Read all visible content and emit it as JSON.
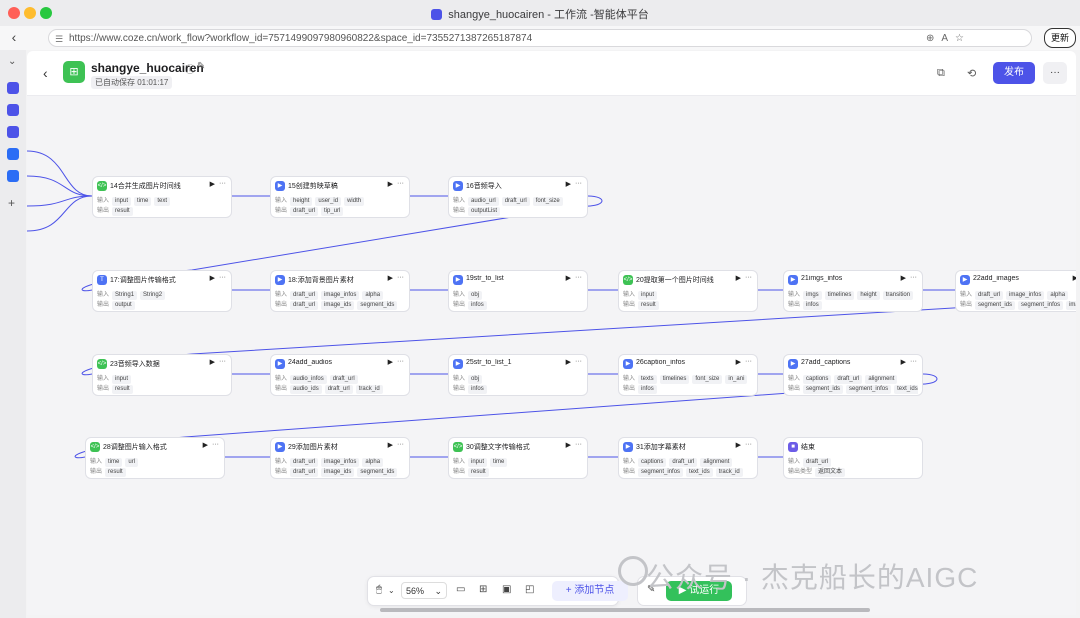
{
  "browser": {
    "window_title": "shangye_huocairen - 工作流 -智能体平台",
    "url": "https://www.coze.cn/work_flow?workflow_id=7571499097980960822&space_id=7355271387265187874",
    "update_label": "更新"
  },
  "header": {
    "title": "shangye_huocairen",
    "saved_status": "已自动保存 01:01:17",
    "publish_label": "发布",
    "more_label": "···"
  },
  "toolbar": {
    "zoom": "56%",
    "add_node_label": "添加节点",
    "run_label": "试运行"
  },
  "watermark": "公众号 · 杰克船长的AIGC",
  "labels": {
    "in": "输入",
    "out": "输出",
    "out_type": "输出类型"
  },
  "colors": {
    "accent": "#4d53e8",
    "code": "#3ec254",
    "plugin": "#4e73f4",
    "end": "#6c5ce7",
    "run": "#33c15b"
  },
  "nodes": [
    {
      "title": "14合并生成图片时间线",
      "icon": "code-icon",
      "inputs": [
        "input",
        "time",
        "text"
      ],
      "outputs": [
        "result"
      ]
    },
    {
      "title": "15创建剪映草稿",
      "icon": "plugin-icon",
      "inputs": [
        "height",
        "user_id",
        "width"
      ],
      "outputs": [
        "draft_url",
        "tip_url"
      ]
    },
    {
      "title": "16音频导入",
      "icon": "plugin-icon",
      "inputs": [
        "audio_url",
        "draft_url",
        "font_size"
      ],
      "outputs": [
        "outputList"
      ]
    },
    {
      "title": "17:调整图片传输格式",
      "icon": "text-icon",
      "inputs": [
        "String1",
        "String2"
      ],
      "outputs": [
        "output"
      ]
    },
    {
      "title": "18:添加背景图片素材",
      "icon": "plugin-icon",
      "inputs": [
        "draft_url",
        "image_infos",
        "alpha"
      ],
      "outputs": [
        "draft_url",
        "image_ids",
        "segment_ids"
      ]
    },
    {
      "title": "19str_to_list",
      "icon": "plugin-icon",
      "inputs": [
        "obj"
      ],
      "outputs": [
        "infos"
      ]
    },
    {
      "title": "20提取第一个图片时间线",
      "icon": "code-icon",
      "inputs": [
        "input"
      ],
      "outputs": [
        "result"
      ]
    },
    {
      "title": "21imgs_infos",
      "icon": "plugin-icon",
      "inputs": [
        "imgs",
        "timelines",
        "height",
        "transition"
      ],
      "outputs": [
        "infos"
      ]
    },
    {
      "title": "22add_images",
      "icon": "plugin-icon",
      "inputs": [
        "draft_url",
        "image_infos",
        "alpha"
      ],
      "outputs": [
        "segment_ids",
        "segment_infos",
        "image_ids"
      ]
    },
    {
      "title": "23音频导入数据",
      "icon": "code-icon",
      "inputs": [
        "input"
      ],
      "outputs": [
        "result"
      ]
    },
    {
      "title": "24add_audios",
      "icon": "plugin-icon",
      "inputs": [
        "audio_infos",
        "draft_url"
      ],
      "outputs": [
        "audio_ids",
        "draft_url",
        "track_id"
      ]
    },
    {
      "title": "25str_to_list_1",
      "icon": "plugin-icon",
      "inputs": [
        "obj"
      ],
      "outputs": [
        "infos"
      ]
    },
    {
      "title": "26caption_infos",
      "icon": "plugin-icon",
      "inputs": [
        "texts",
        "timelines",
        "font_size",
        "in_ani"
      ],
      "outputs": [
        "infos"
      ]
    },
    {
      "title": "27add_captions",
      "icon": "plugin-icon",
      "inputs": [
        "captions",
        "draft_url",
        "alignment"
      ],
      "outputs": [
        "segment_ids",
        "segment_infos",
        "text_ids"
      ]
    },
    {
      "title": "28调整图片输入格式",
      "icon": "code-icon",
      "inputs": [
        "time",
        "url"
      ],
      "outputs": [
        "result"
      ]
    },
    {
      "title": "29添加图片素材",
      "icon": "plugin-icon",
      "inputs": [
        "draft_url",
        "image_infos",
        "alpha"
      ],
      "outputs": [
        "draft_url",
        "image_ids",
        "segment_ids"
      ]
    },
    {
      "title": "30调整文字传输格式",
      "icon": "code-icon",
      "inputs": [
        "input",
        "time"
      ],
      "outputs": [
        "result"
      ]
    },
    {
      "title": "31添加字幕素材",
      "icon": "plugin-icon",
      "inputs": [
        "captions",
        "draft_url",
        "alignment"
      ],
      "outputs": [
        "segment_infos",
        "text_ids",
        "track_id"
      ]
    },
    {
      "title": "结束",
      "icon": "end-icon",
      "inputs": [
        "draft_url"
      ],
      "outputs": [
        "返回文本"
      ]
    }
  ]
}
